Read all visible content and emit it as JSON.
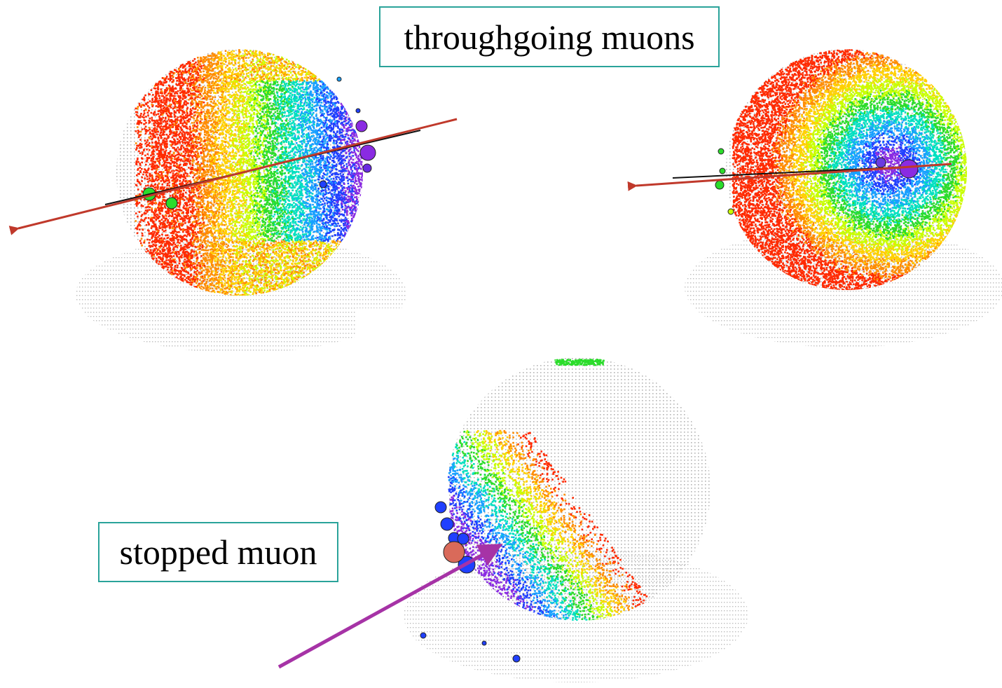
{
  "labels": {
    "throughgoing": "throughgoing muons",
    "stopped": "stopped muon"
  },
  "colors": {
    "mesh": "#b4b4b4",
    "label_border": "#2aa39a",
    "through_arrow": "#c0392b",
    "stopped_arrow": "#a633a6",
    "hit_palette": [
      "#ff2a00",
      "#ff8c00",
      "#ffd000",
      "#c8ff00",
      "#2bdc2b",
      "#00e0c0",
      "#18a0ff",
      "#2040ff",
      "#8a2be2"
    ]
  },
  "events": [
    {
      "name": "throughgoing-event-left",
      "type": "throughgoing",
      "hits": "full"
    },
    {
      "name": "throughgoing-event-right",
      "type": "throughgoing",
      "hits": "full"
    },
    {
      "name": "stopped-event-bottom",
      "type": "stopped",
      "hits": "partial"
    }
  ]
}
